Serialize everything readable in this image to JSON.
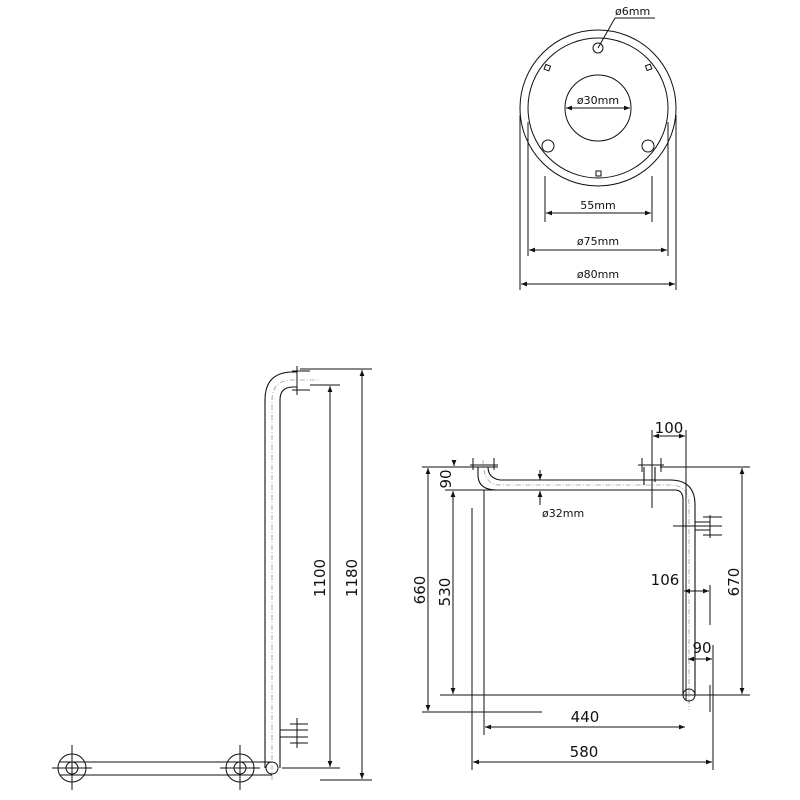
{
  "rosette_view": {
    "hole_label": "ø6mm",
    "center_label": "ø30mm",
    "hole_spacing_label": "55mm",
    "inner_diameter_label": "ø75mm",
    "outer_diameter_label": "ø80mm"
  },
  "side_view": {
    "dim_inner_height": "1100",
    "dim_total_height": "1180"
  },
  "front_view": {
    "dim_top_offset": "100",
    "dim_drop": "90",
    "tube_diameter_label": "ø32mm",
    "dim_total_height_left": "660",
    "dim_inner_height_left": "530",
    "dim_wall_offset": "106",
    "dim_end_offset": "90",
    "dim_right_height": "670",
    "dim_inner_width": "440",
    "dim_total_width": "580"
  }
}
